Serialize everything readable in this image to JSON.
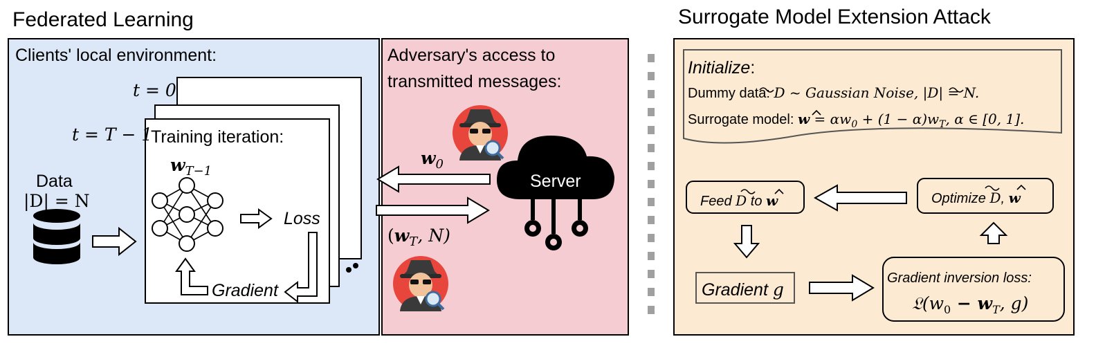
{
  "titles": {
    "federated": "Federated Learning",
    "attack": "Surrogate Model Extension Attack"
  },
  "client": {
    "heading": "Clients' local environment:",
    "t0": "t = 0",
    "tT": "t = T − 1",
    "training": "Training iteration:",
    "weights": "w",
    "weights_sub": "T−1",
    "loss": "Loss",
    "gradient": "Gradient",
    "data_label": "Data",
    "data_size": "|D| = N"
  },
  "adversary": {
    "heading_line1": "Adversary's access to",
    "heading_line2": "transmitted messages:",
    "w0": "w",
    "w0_sub": "0",
    "wT_open": "(",
    "wT": "w",
    "wT_sub": "T",
    "wT_rest": ", N)",
    "server": "Server"
  },
  "attack": {
    "init_title": "Initialize",
    "init_colon": ":",
    "dummy_prefix": "Dummy data: ",
    "dummy_D": "D",
    "dummy_mid": " ~ Gaussian Noise,  |",
    "dummy_D2": "D",
    "dummy_end": "|  =  N.",
    "surrogate_prefix": "Surrogate model: ",
    "surrogate_w": "w",
    "surrogate_eq": " = αw",
    "surrogate_sub0": "0",
    "surrogate_mid": " + (1 − α)w",
    "surrogate_subT": "T",
    "surrogate_end": ",  α ∈ [0, 1].",
    "feed_prefix": "Feed ",
    "feed_D": "D",
    "feed_to": " to ",
    "feed_w": "w",
    "optimize_prefix": "Optimize ",
    "optimize_D": "D",
    "optimize_sep": ", ",
    "optimize_w": "w",
    "gradient_box": "Gradient ",
    "gradient_g": "g",
    "inversion_title": "Gradient inversion loss:",
    "inversion_L": "𝔏(w",
    "inversion_sub0": "0",
    "inversion_minus": "  −  w",
    "inversion_subT": "T",
    "inversion_end": ",  g)"
  },
  "colors": {
    "client_bg": "#dce8f7",
    "adversary_bg": "#f4ccd2",
    "attack_bg": "#fcebd2",
    "separator": "#a0a0a0",
    "spy_circle": "#e8453c"
  }
}
